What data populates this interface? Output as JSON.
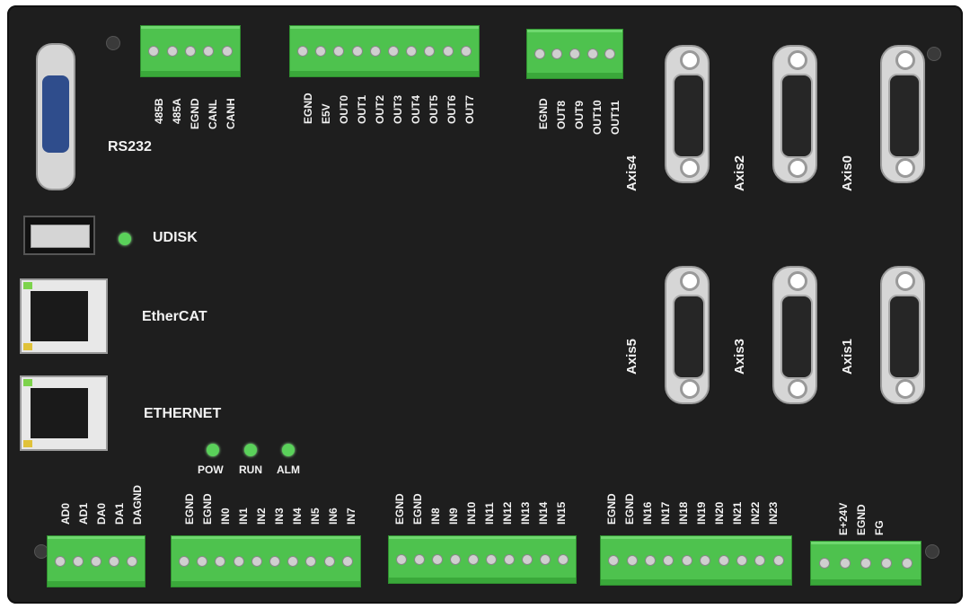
{
  "labels": {
    "rs232": "RS232",
    "udisk": "UDISK",
    "ethercat": "EtherCAT",
    "ethernet": "ETHERNET",
    "pow": "POW",
    "run": "RUN",
    "alm": "ALM"
  },
  "axes": {
    "axis4": "Axis4",
    "axis2": "Axis2",
    "axis0": "Axis0",
    "axis5": "Axis5",
    "axis3": "Axis3",
    "axis1": "Axis1"
  },
  "top_terminals": {
    "can": [
      "485B",
      "485A",
      "EGND",
      "CANL",
      "CANH"
    ],
    "out_a": [
      "EGND",
      "E5V",
      "OUT0",
      "OUT1",
      "OUT2",
      "OUT3",
      "OUT4",
      "OUT5",
      "OUT6",
      "OUT7"
    ],
    "out_b": [
      "EGND",
      "OUT8",
      "OUT9",
      "OUT10",
      "OUT11"
    ]
  },
  "bottom_terminals": {
    "analog": [
      "AD0",
      "AD1",
      "DA0",
      "DA1",
      "DAGND"
    ],
    "in_a": [
      "EGND",
      "EGND",
      "IN0",
      "IN1",
      "IN2",
      "IN3",
      "IN4",
      "IN5",
      "IN6",
      "IN7"
    ],
    "in_b": [
      "EGND",
      "EGND",
      "IN8",
      "IN9",
      "IN10",
      "IN11",
      "IN12",
      "IN13",
      "IN14",
      "IN15"
    ],
    "in_c": [
      "EGND",
      "EGND",
      "IN16",
      "IN17",
      "IN18",
      "IN19",
      "IN20",
      "IN21",
      "IN22",
      "IN23"
    ],
    "power": [
      "E+24V",
      "EGND",
      "FG"
    ]
  },
  "colors": {
    "panel": "#1e1e1e",
    "terminal_green": "#4ec24e",
    "led_green": "#5ad15a",
    "label_text": "#f2f2f2"
  }
}
